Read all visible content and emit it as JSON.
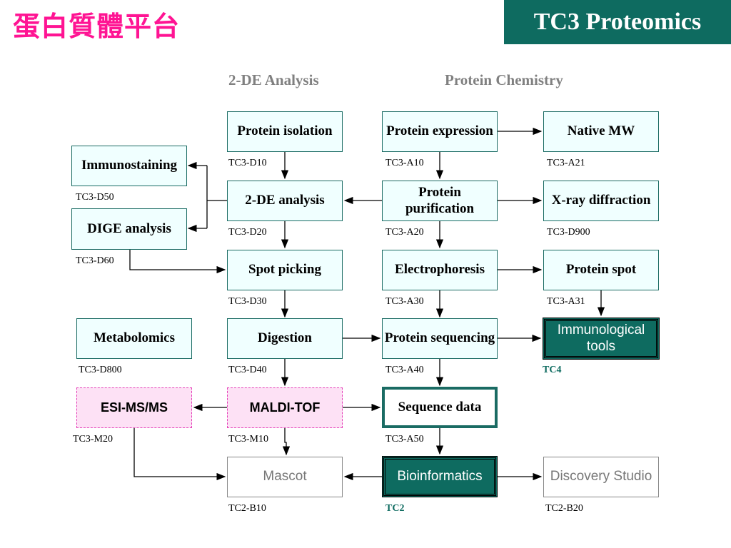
{
  "title_cn": "蛋白質體平台",
  "banner": "TC3 Proteomics",
  "col_2de": "2-DE Analysis",
  "col_pc": "Protein Chemistry",
  "boxes": {
    "protein_isolation": "Protein isolation",
    "immunostaining": "Immunostaining",
    "dige": "DIGE analysis",
    "twode": "2-DE analysis",
    "spot_picking": "Spot picking",
    "metabolomics": "Metabolomics",
    "digestion": "Digestion",
    "esi": "ESI-MS/MS",
    "maldi": "MALDI-TOF",
    "mascot": "Mascot",
    "protein_expression": "Protein expression",
    "protein_purification": "Protein purification",
    "electrophoresis": "Electrophoresis",
    "protein_sequencing": "Protein sequencing",
    "sequence_data": "Sequence data",
    "bioinformatics": "Bioinformatics",
    "native_mw": "Native MW",
    "xray": "X-ray diffraction",
    "protein_spot": "Protein spot",
    "immuno_tools": "Immunological tools",
    "discovery": "Discovery Studio"
  },
  "codes": {
    "d10": "TC3-D10",
    "d20": "TC3-D20",
    "d30": "TC3-D30",
    "d40": "TC3-D40",
    "d50": "TC3-D50",
    "d60": "TC3-D60",
    "d800": "TC3-D800",
    "m10": "TC3-M10",
    "m20": "TC3-M20",
    "b10": "TC2-B10",
    "a10": "TC3-A10",
    "a20": "TC3-A20",
    "a30": "TC3-A30",
    "a40": "TC3-A40",
    "a50": "TC3-A50",
    "tc2": "TC2",
    "a21": "TC3-A21",
    "d900": "TC3-D900",
    "a31": "TC3-A31",
    "tc4": "TC4",
    "b20": "TC2-B20"
  }
}
